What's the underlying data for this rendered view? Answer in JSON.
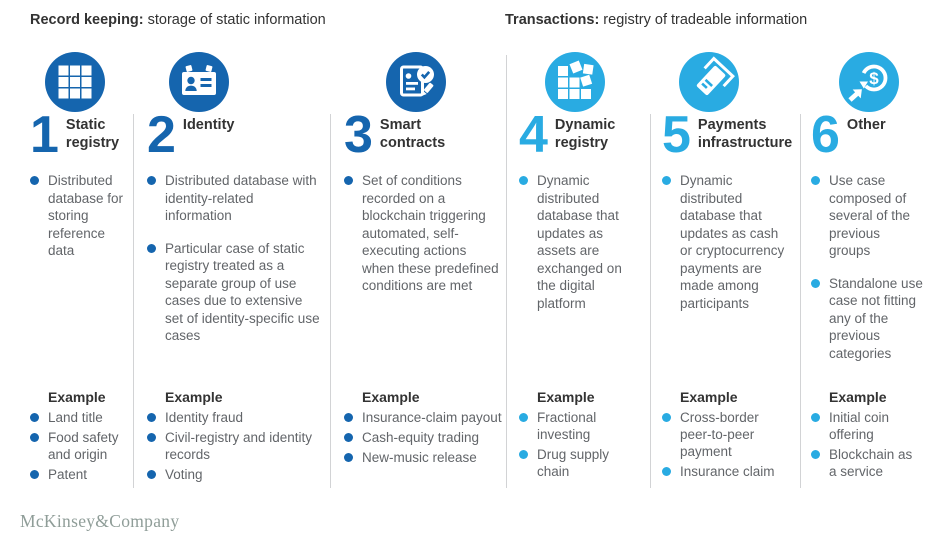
{
  "headers": [
    {
      "bold": "Record keeping:",
      "text": " storage of static information"
    },
    {
      "bold": "Transactions:",
      "text": " registry of tradeable information"
    }
  ],
  "colors": {
    "record_keeping_accent": "#1565ae",
    "transactions_accent": "#29abe2",
    "heading_text": "#333333",
    "body_text": "#626569",
    "divider": "#d2d3d5",
    "footer_logo": "#8f9d98"
  },
  "columns": [
    {
      "number": "1",
      "title": "Static registry",
      "icon": "grid-icon",
      "bullets": [
        "Distributed database for storing reference data"
      ],
      "example_label": "Example",
      "examples": [
        "Land title",
        "Food safety and origin",
        "Patent"
      ]
    },
    {
      "number": "2",
      "title": "Identity",
      "icon": "id-card-icon",
      "bullets": [
        "Distributed database with identity-related information",
        "Particular case of static registry treated as a separate group of use cases due to extensive set of identity-specific use cases"
      ],
      "example_label": "Example",
      "examples": [
        "Identity fraud",
        "Civil-registry and identity records",
        "Voting"
      ]
    },
    {
      "number": "3",
      "title": "Smart contracts",
      "icon": "document-check-icon",
      "bullets": [
        "Set of conditions recorded on a blockchain triggering automated, self-executing actions when these predefined conditions are met"
      ],
      "example_label": "Example",
      "examples": [
        "Insurance-claim payout",
        "Cash-equity trading",
        "New-music release"
      ]
    },
    {
      "number": "4",
      "title": "Dynamic registry",
      "icon": "scattered-grid-icon",
      "bullets": [
        "Dynamic distributed database that updates as assets are exchanged on the digital platform"
      ],
      "example_label": "Example",
      "examples": [
        "Fractional investing",
        "Drug supply chain"
      ]
    },
    {
      "number": "5",
      "title": "Payments infrastructure",
      "icon": "card-payment-icon",
      "bullets": [
        "Dynamic distributed database that updates as cash or cryptocurrency payments are made among participants"
      ],
      "example_label": "Example",
      "examples": [
        "Cross-border peer-to-peer payment",
        "Insurance claim"
      ]
    },
    {
      "number": "6",
      "title": "Other",
      "icon": "dollar-cycle-icon",
      "bullets": [
        "Use case composed of several of the previous groups",
        "Standalone use case not fitting any of the previous categories"
      ],
      "example_label": "Example",
      "examples": [
        "Initial coin offering",
        "Blockchain as a service"
      ]
    }
  ],
  "footer": {
    "brand": "McKinsey&Company"
  }
}
